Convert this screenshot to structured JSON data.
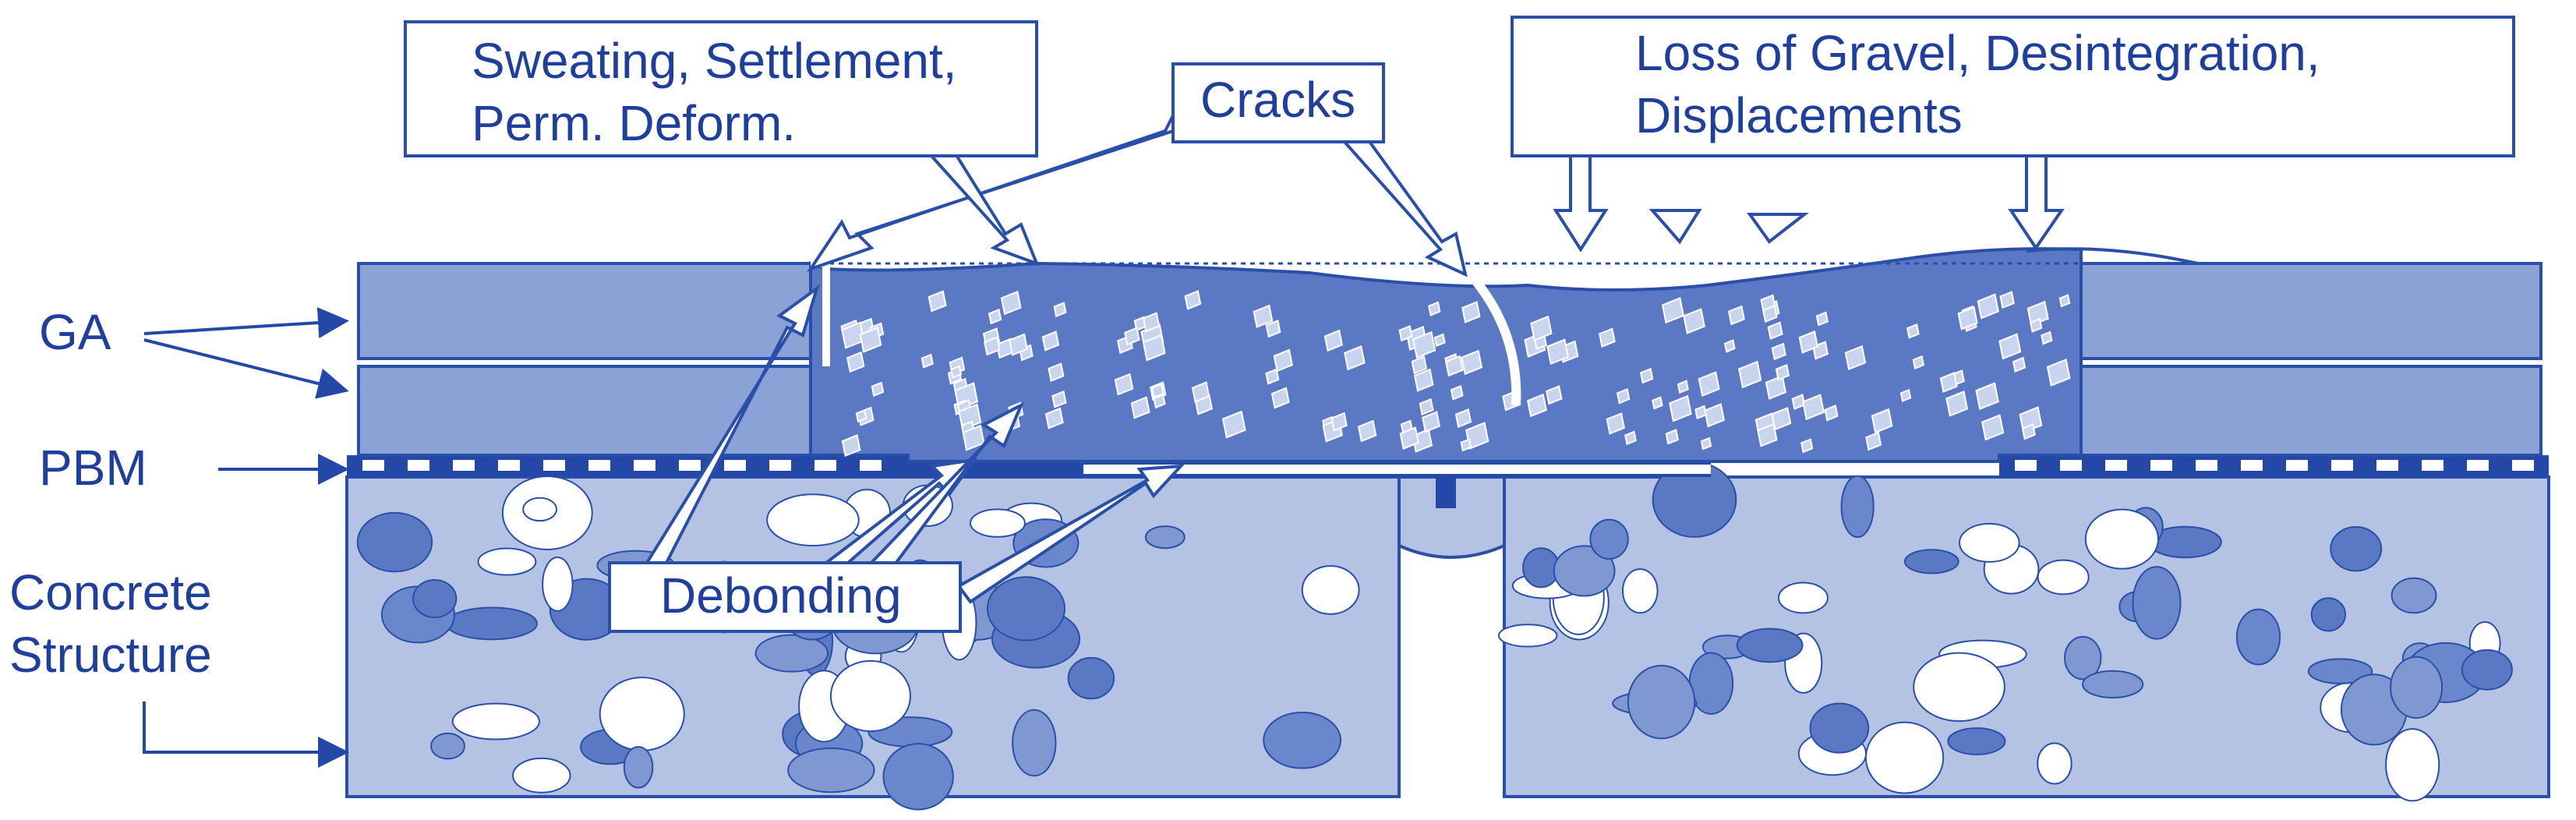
{
  "callouts": {
    "sweating": [
      "Sweating, Settlement,",
      "Perm. Deform."
    ],
    "cracks": "Cracks",
    "loss": [
      "Loss of Gravel, Desintegration,",
      "Displacements"
    ],
    "debonding": "Debonding"
  },
  "layers": {
    "ga": "GA",
    "pbm": "PBM",
    "concrete": [
      "Concrete",
      "Structure"
    ]
  },
  "colors": {
    "text": "#1f3f9e",
    "outline": "#2a4fa8",
    "ga_layer": "#8aa2d6",
    "joint_fill": "#5a78c4",
    "concrete": "#b4c3e4",
    "pbm": "#2448a8"
  }
}
